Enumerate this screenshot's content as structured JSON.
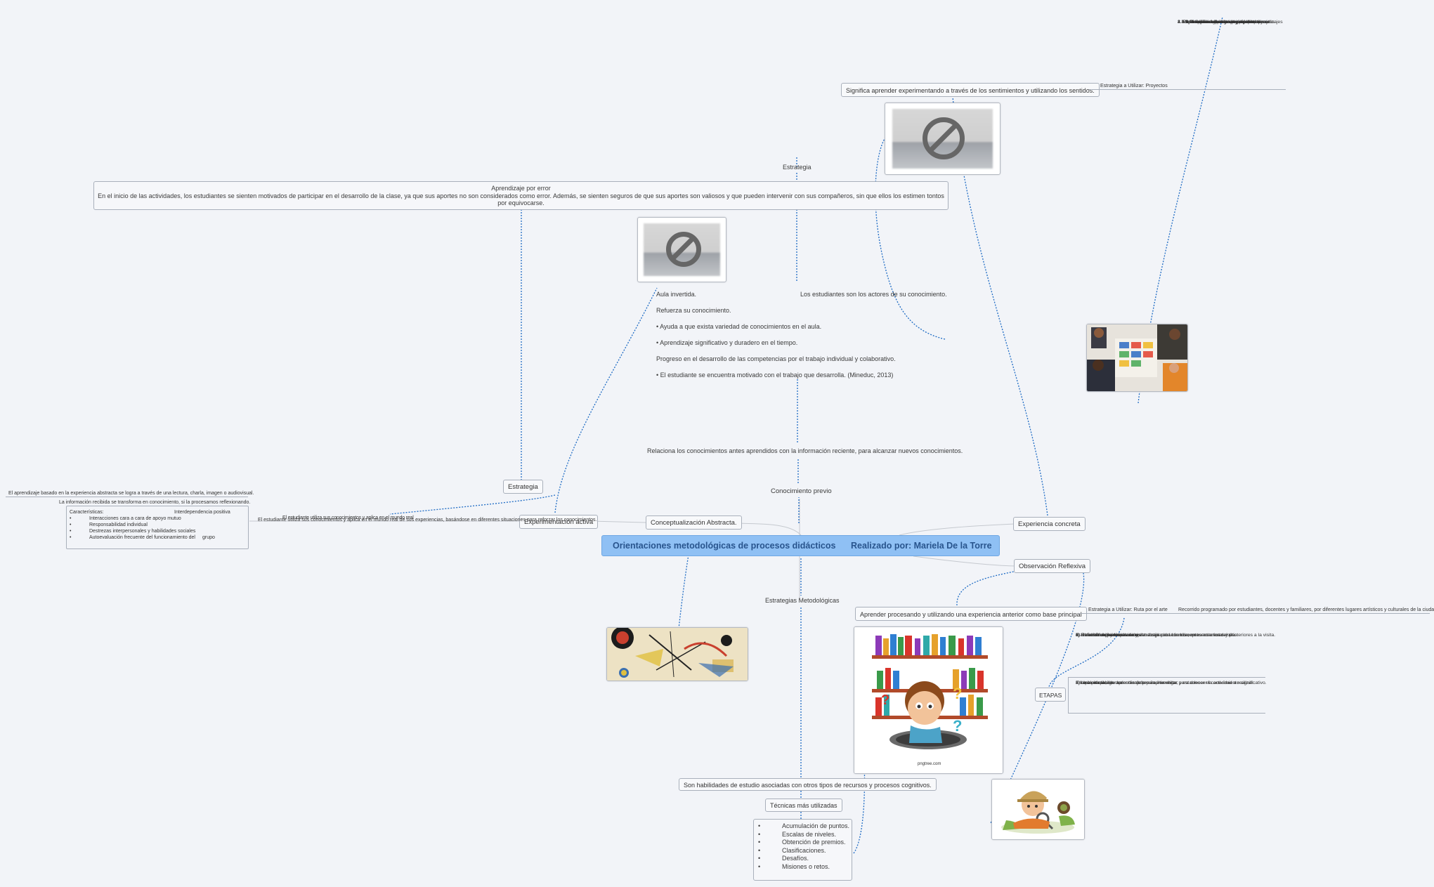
{
  "central": {
    "title": "Orientaciones metodológicas de procesos didácticos",
    "author": "Realizado por: Mariela De la Torre"
  },
  "branches": {
    "conocimiento_previo": "Conocimiento previo",
    "relaciona": "Relaciona los conocimientos antes aprendidos con la información reciente, para alcanzar nuevos conocimientos.",
    "estrategia_top": "Estrategia",
    "estrategias_metodologicas": "Estrategias Metodológicas",
    "experiencia_concreta": "Experiencia concreta",
    "observacion_reflexiva": "Observación Reflexiva",
    "conceptualizacion": "Conceptualización Abstracta.",
    "experimentacion": "Experimentación activa",
    "estrategia_left": "Estrategia"
  },
  "benefits": [
    "Aula invertida.",
    "Refuerza su conocimiento.",
    "• Ayuda a que exista variedad de conocimientos en el aula.",
    "• Aprendizaje significativo y duradero en el tiempo.",
    "Progreso en el desarrollo de las competencias por el trabajo individual y colaborativo.",
    "• El estudiante se encuentra motivado con el trabajo que desarrolla. (Mineduc, 2013)"
  ],
  "actores": "Los estudiantes son los actores de su conocimiento.",
  "aprendizaje_error": {
    "title": "Aprendizaje por error",
    "body": "En el inicio de las actividades, los estudiantes se sienten motivados de participar en el desarrollo de la clase, ya que sus aportes no son considerados como error. Además, se sienten seguros de que sus aportes son valiosos y que pueden intervenir con sus compañeros, sin que ellos los estimen tontos por equivocarse."
  },
  "experiencia": {
    "significa": "Significa aprender experimentando a través de los sentimientos y utilizando los sentidos.",
    "estrategia_label": "Estrategia a Utilizar: Proyectos",
    "proyectos": [
      "1. Experiencia concreta a través de proyectos",
      "2. Importancia de la estrategia",
      "3. Pasos para organizar un proyecto",
      "   3.1 Crear un ambiente participativo",
      "   3.2 Identificar situaciones problemáticas",
      "   3.3 Guía del debate y selección del tema",
      "   3.4 Recopilar información relevante",
      "   3.5 Planificar experiencias de aprendizaje",
      "4. Finalización del proyecto",
      "   4.1 Compartir resultados y productos",
      "   4.2 Reflexión sobre los principales aprendizajes"
    ]
  },
  "observacion": {
    "aprender": "Aprender procesando y utilizando una experiencia anterior como base principal",
    "estrategia_label": "Estrategia a Utilizar: Ruta por el arte",
    "recorrido": "Recorrido programado por estudiantes, docentes y familiares, por diferentes lugares artísticos y culturales de la ciudad",
    "etapas": "ETAPAS",
    "planificacion": [
      "1.            Planificación",
      "Es necesario que los docentes:",
      "a) Señalen el objetivo de la visita.",
      "b) Planeen experiencias de aprendizaje para los momentos anteriores y posteriores a la visita.",
      "c) Delimiten la participación y el trabajo con la familia, en torno a esta visita.",
      "d) Establezcan comunicación con antelación con los representantes del sitio."
    ],
    "implementacion": [
      "2.Implementación",
      "En esta etapa, los docentes deben implementar:",
      "a) Una práctica de aprendizaje previa a la visita, para conocer la actividad a realizar.",
      "b) La visita al lugar seleccionado para investigar y establecer el conocimiento significativo."
    ]
  },
  "tecnicas": {
    "habilidades": "Son habilidades de estudio asociadas con otros tipos de recursos y procesos cognitivos.",
    "title": "Técnicas más utilizadas",
    "items": [
      "Acumulación de puntos.",
      "Escalas de niveles.",
      "Obtención de premios.",
      "Clasificaciones.",
      "Desafíos.",
      "Misiones o retos."
    ]
  },
  "abstracta": {
    "lectura": "El aprendizaje basado en la experiencia abstracta se logra a través de una lectura, charla, imagen o audiovisual.",
    "informacion": "La información recibida se transforma en conocimiento, si la procesamos reflexionando.",
    "caracteristicas_label": "Características:",
    "caracteristicas": [
      "Interacciones cara a cara de apoyo mutuo",
      "Responsabilidad individual",
      "Destrezas interpersonales y habilidades sociales",
      "Autoevaluación frecuente del funcionamiento del"
    ],
    "interdependencia": "Interdependencia positiva",
    "grupo": "grupo",
    "overlap_a": "El estudiante utiliza sus conocimientos y aplica en el mundo real",
    "overlap_b": "El estudiante utiliza sus conocimientos y aplica en el mundo real de sus experiencias, basándose en diferentes situaciones para reforzar los conocimientos."
  },
  "images": {
    "pngtree_caption": "pngtree.com"
  },
  "colors": {
    "central_fill": "#8fc0f4",
    "central_text": "#28548d",
    "connector": "#1e6bc4",
    "branch_line": "#c5c9cf"
  }
}
